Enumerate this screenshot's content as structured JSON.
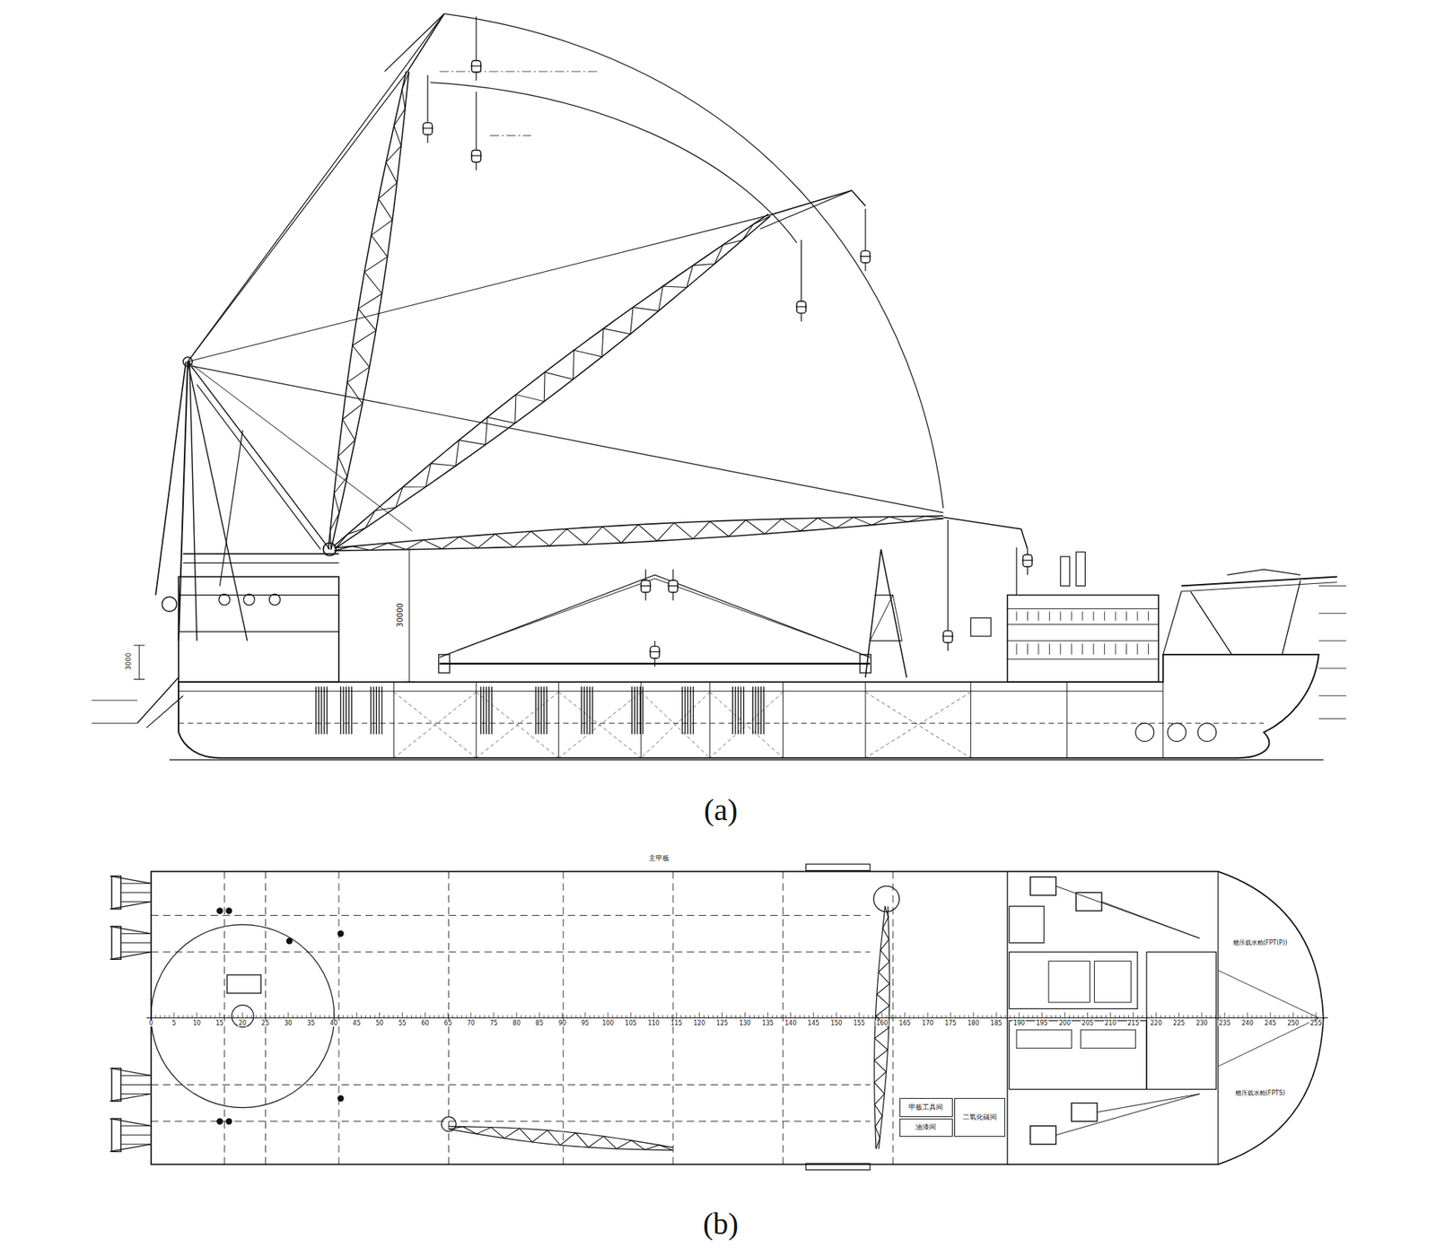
{
  "diagram": {
    "nodes": [
      {
        "text": [
          "甲板工具间"
        ]
      },
      {
        "text": [
          "油漆间"
        ]
      },
      {
        "text": [
          "二氧化碳间"
        ]
      }
    ],
    "labels": [
      "(a)",
      "(b)",
      "30000",
      "3000",
      "主甲板",
      "艏压载水舱(FPT(P))",
      "艏压载水舱(FPTS)",
      "0",
      "5",
      "10",
      "15",
      "20",
      "25",
      "30",
      "35",
      "40",
      "45",
      "50",
      "55",
      "60",
      "65",
      "70",
      "75",
      "80",
      "85",
      "90",
      "95",
      "100",
      "105",
      "110",
      "115",
      "120",
      "125",
      "130",
      "135",
      "140",
      "145",
      "150",
      "155",
      "160",
      "165",
      "170",
      "175",
      "180",
      "185",
      "190",
      "195",
      "200",
      "205",
      "210",
      "215",
      "220",
      "225",
      "230",
      "235",
      "240",
      "245",
      "250",
      "255"
    ]
  }
}
